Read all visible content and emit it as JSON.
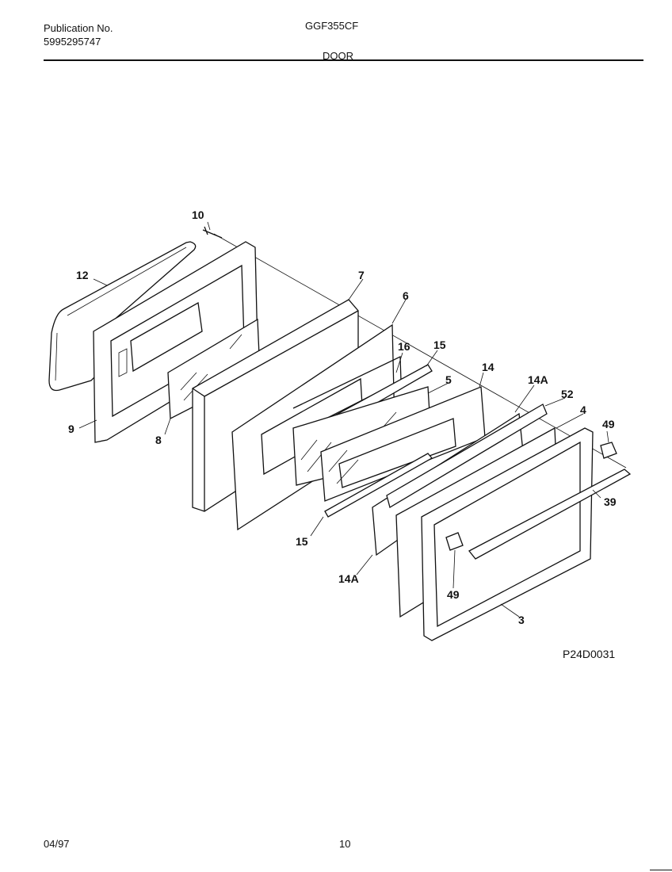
{
  "header": {
    "publication_label": "Publication No.",
    "publication_number": "5995295747",
    "model": "GGF355CF",
    "section": "DOOR"
  },
  "diagram": {
    "code": "P24D0031",
    "callouts": [
      "10",
      "12",
      "7",
      "6",
      "16",
      "15",
      "14",
      "5",
      "14A",
      "52",
      "4",
      "49",
      "9",
      "8",
      "39",
      "15",
      "14A",
      "49",
      "3"
    ]
  },
  "footer": {
    "date": "04/97",
    "page": "10"
  }
}
